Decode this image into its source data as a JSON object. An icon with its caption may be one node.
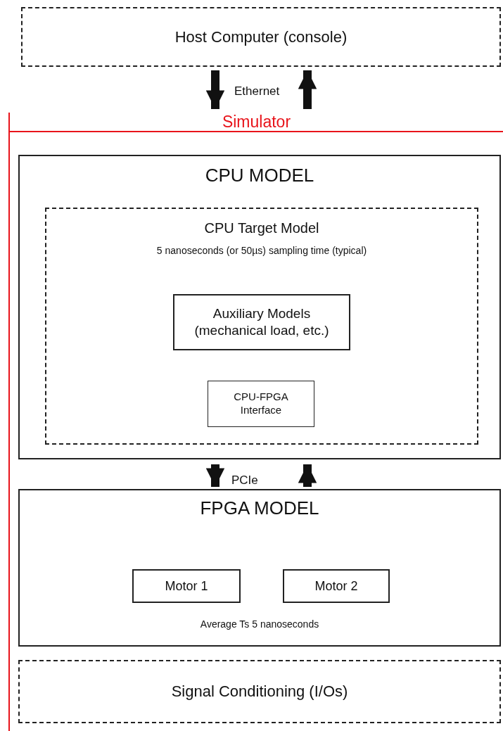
{
  "diagram": {
    "nodes": [
      {
        "text": [
          "Host Computer (console)"
        ]
      },
      {
        "text": [
          "Simulator"
        ]
      },
      {
        "text": [
          "CPU MODEL"
        ],
        "in": 1
      },
      {
        "text": [
          "CPU Target Model",
          "5 nanoseconds (or 50µs) sampling time (typical)"
        ],
        "in": 2
      },
      {
        "text": [
          "Auxiliary Models (mechanical load, etc.)"
        ],
        "in": 3
      },
      {
        "text": [
          "CPU-FPGA Interface"
        ],
        "in": 3
      },
      {
        "text": [
          "FPGA MODEL",
          "Average Ts 5 nanoseconds"
        ],
        "in": 1
      },
      {
        "text": [
          "Motor 1"
        ],
        "in": 6
      },
      {
        "text": [
          "Motor 2"
        ],
        "in": 6
      },
      {
        "text": [
          "Signal Conditioning (I/Os)"
        ],
        "in": 1
      }
    ],
    "edges": [
      {
        "from": 0,
        "to": 1,
        "arrow": "to",
        "label": "Ethernet"
      },
      {
        "from": 1,
        "to": 0,
        "arrow": "to"
      },
      {
        "from": 2,
        "to": 6,
        "arrow": "to",
        "label": "PCIe"
      },
      {
        "from": 6,
        "to": 2,
        "arrow": "to"
      }
    ]
  }
}
